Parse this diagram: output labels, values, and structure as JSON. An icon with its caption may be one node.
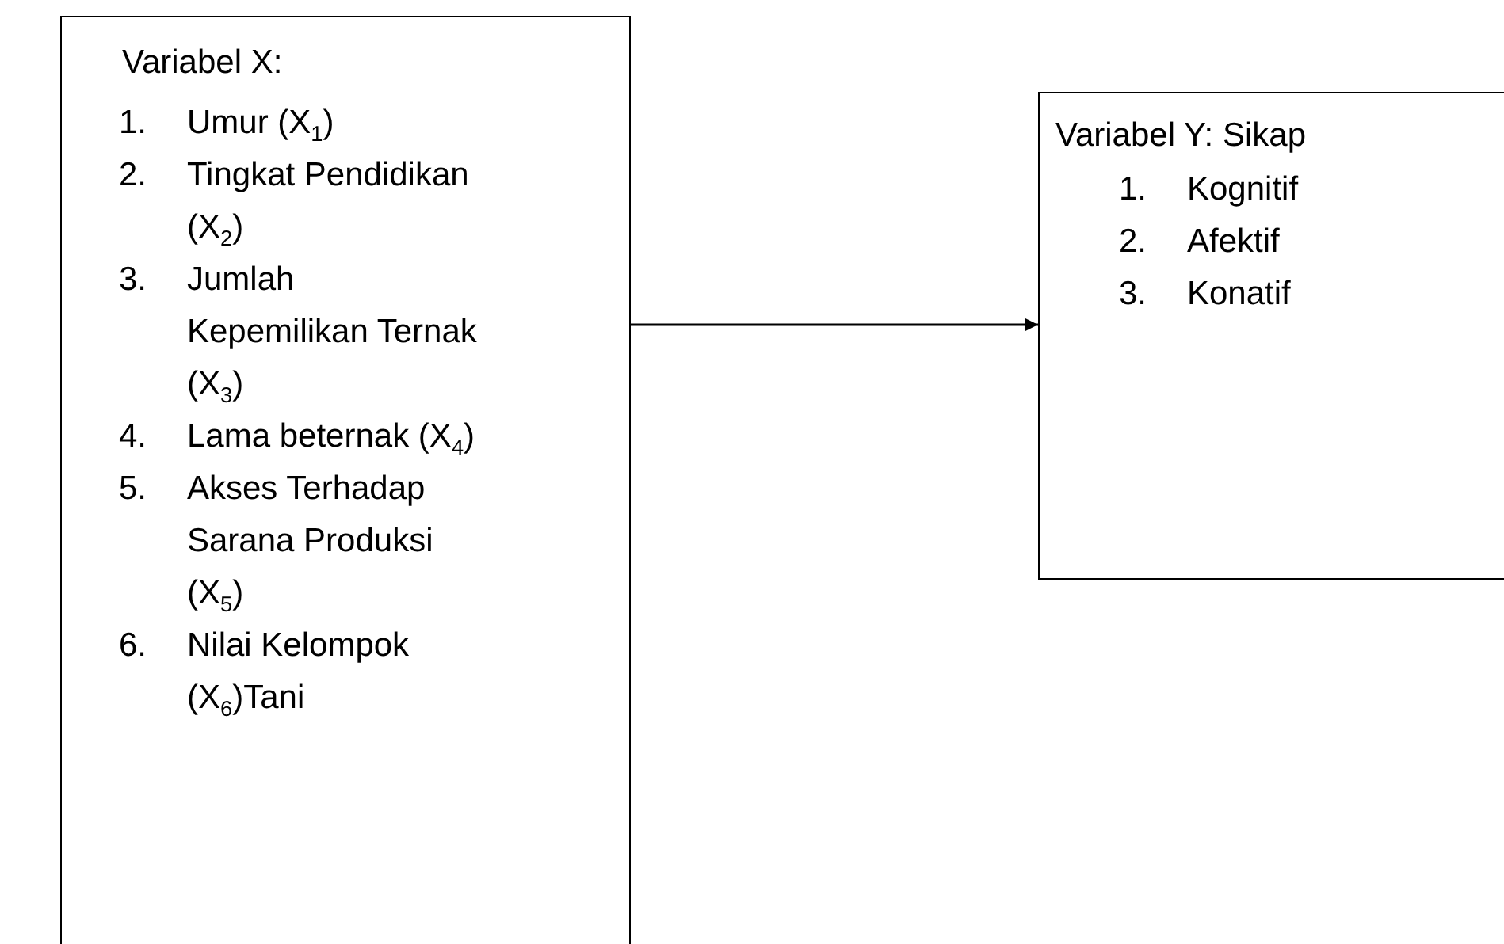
{
  "diagram": {
    "nodes": [
      {
        "text": [
          "Variabel X:",
          "1. Umur (X$_{1}$)",
          "2. Tingkat Pendidikan (X$_{2}$)",
          "3. Jumlah Kepemilikan Ternak (X$_{3}$)",
          "4. Lama beternak (X$_{4}$)",
          "5. Akses Terhadap Sarana Produksi (X$_{5}$)",
          "6. Nilai Kelompok (X$_{6}$)Tani"
        ]
      },
      {
        "text": [
          "Variabel Y: Sikap",
          "1. Kognitif",
          "2. Afektif",
          "3. Konatif"
        ]
      }
    ],
    "edges": [
      {
        "from": 0,
        "to": 1,
        "arrow": "to"
      }
    ]
  }
}
